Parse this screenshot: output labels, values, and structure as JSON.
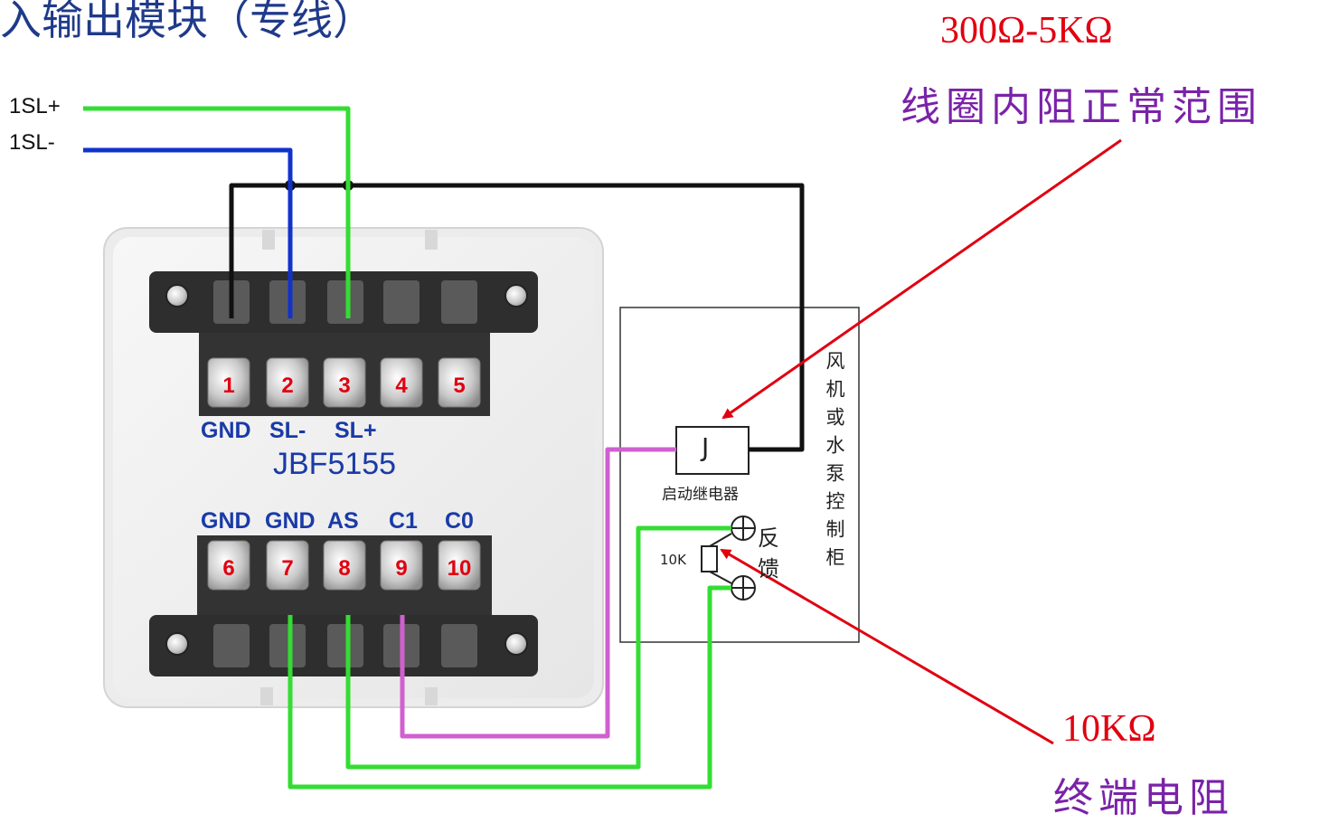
{
  "title": "入输出模块（专线）",
  "resistance_range": {
    "value": "300Ω-5KΩ",
    "label": "线圈内阻正常范围"
  },
  "terminal_resistor": {
    "value": "10KΩ",
    "label": "终端电阻"
  },
  "wires": {
    "sl_plus": "1SL+",
    "sl_minus": "1SL-"
  },
  "module": {
    "model": "JBF5155",
    "top_terminal_labels": [
      "GND",
      "SL-",
      "SL+"
    ],
    "bottom_terminal_labels": [
      "GND",
      "GND",
      "AS",
      "C1",
      "C0"
    ],
    "top_numbers": [
      "1",
      "2",
      "3",
      "4",
      "5"
    ],
    "bottom_numbers": [
      "6",
      "7",
      "8",
      "9",
      "10"
    ]
  },
  "cabinet": {
    "name": "风机或水泵控制柜",
    "relay_symbol": "J",
    "relay_label": "启动继电器",
    "feedback_label": "反馈",
    "resistor_label": "10K"
  },
  "colors": {
    "green_wire": "#33dd33",
    "blue_wire": "#1133cc",
    "black_wire": "#111111",
    "pink_wire": "#d060d0",
    "red_arrow": "#e00010",
    "purple_text": "#7a22a8",
    "title_blue": "#1f3a8a"
  }
}
